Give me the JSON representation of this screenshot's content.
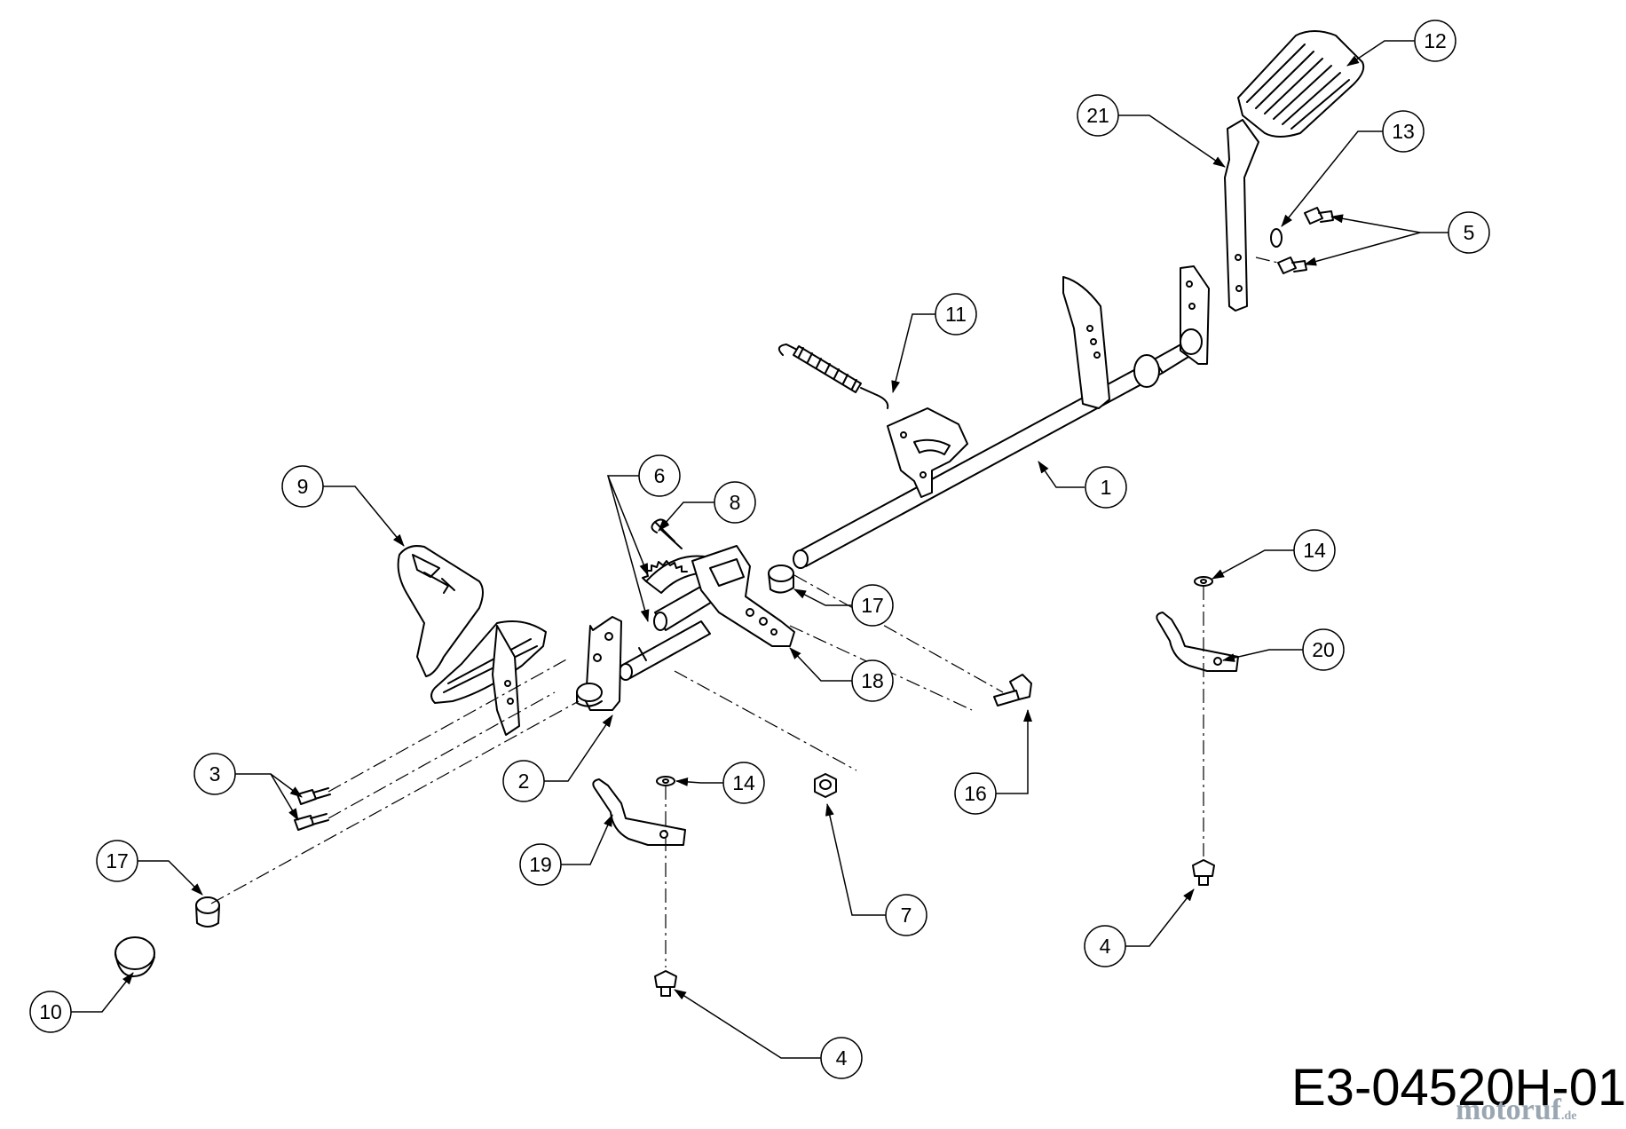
{
  "drawing": {
    "code": "E3-04520H-01",
    "watermark": {
      "name": "motoruf",
      "tld": ".de"
    }
  },
  "callouts": [
    {
      "id": "c1",
      "label": "1"
    },
    {
      "id": "c2",
      "label": "2"
    },
    {
      "id": "c3",
      "label": "3"
    },
    {
      "id": "c4a",
      "label": "4"
    },
    {
      "id": "c4b",
      "label": "4"
    },
    {
      "id": "c5",
      "label": "5"
    },
    {
      "id": "c6",
      "label": "6"
    },
    {
      "id": "c7",
      "label": "7"
    },
    {
      "id": "c8",
      "label": "8"
    },
    {
      "id": "c9",
      "label": "9"
    },
    {
      "id": "c10",
      "label": "10"
    },
    {
      "id": "c11",
      "label": "11"
    },
    {
      "id": "c12",
      "label": "12"
    },
    {
      "id": "c13",
      "label": "13"
    },
    {
      "id": "c14a",
      "label": "14"
    },
    {
      "id": "c14b",
      "label": "14"
    },
    {
      "id": "c16",
      "label": "16"
    },
    {
      "id": "c17a",
      "label": "17"
    },
    {
      "id": "c17b",
      "label": "17"
    },
    {
      "id": "c18",
      "label": "18"
    },
    {
      "id": "c19",
      "label": "19"
    },
    {
      "id": "c20",
      "label": "20"
    },
    {
      "id": "c21",
      "label": "21"
    }
  ],
  "colors": {
    "line": "#000000",
    "background": "#ffffff",
    "watermark": "#9aa7b3"
  }
}
